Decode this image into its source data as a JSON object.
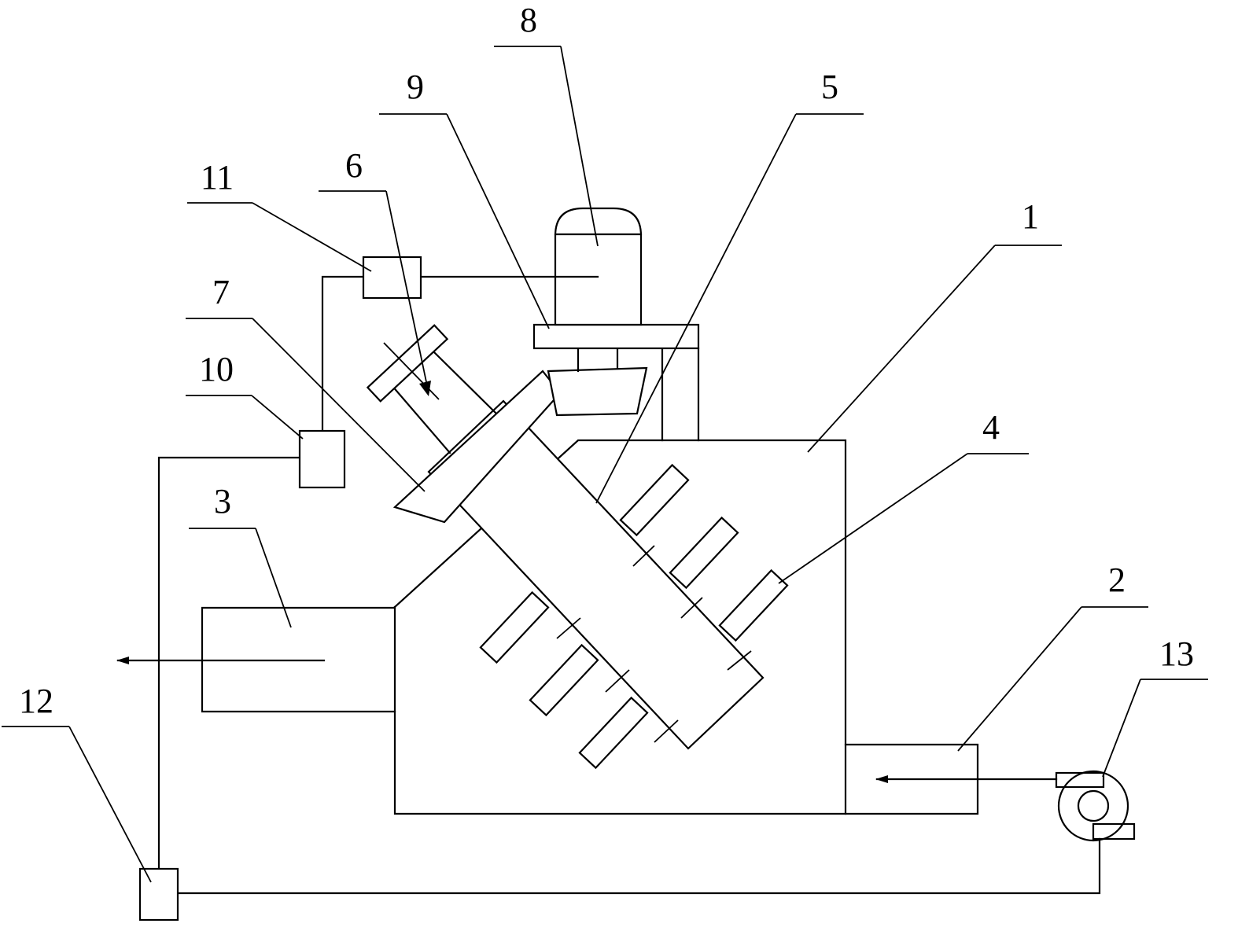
{
  "diagram": {
    "line_color": "#000000",
    "background": "#ffffff",
    "labels": {
      "l1": "1",
      "l2": "2",
      "l3": "3",
      "l4": "4",
      "l5": "5",
      "l6": "6",
      "l7": "7",
      "l8": "8",
      "l9": "9",
      "l10": "10",
      "l11": "11",
      "l12": "12",
      "l13": "13"
    }
  }
}
